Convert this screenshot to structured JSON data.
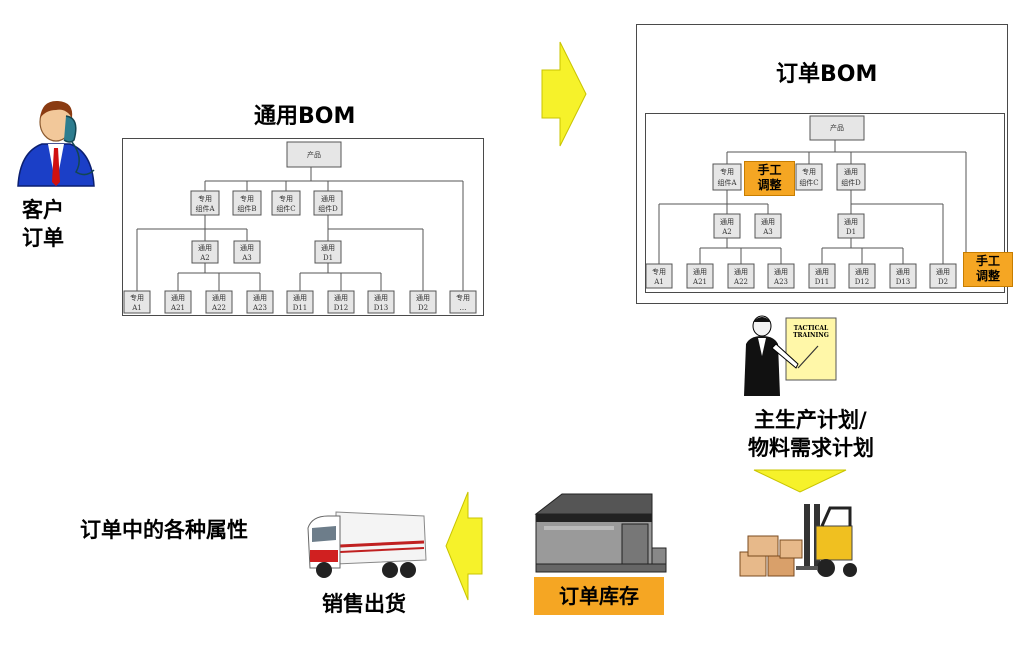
{
  "customer": {
    "label_line1": "客户",
    "label_line2": "订单"
  },
  "generic_bom": {
    "title": "通用BOM",
    "root": "产品",
    "level1": [
      {
        "top": "专用",
        "bottom": "组件A"
      },
      {
        "top": "专用",
        "bottom": "组件B"
      },
      {
        "top": "专用",
        "bottom": "组件C"
      },
      {
        "top": "通用",
        "bottom": "组件D"
      }
    ],
    "level2": [
      {
        "top": "通用",
        "bottom": "A2"
      },
      {
        "top": "通用",
        "bottom": "A3"
      },
      {
        "top": "通用",
        "bottom": "D1"
      }
    ],
    "level3": [
      {
        "top": "专用",
        "bottom": "A1"
      },
      {
        "top": "通用",
        "bottom": "A21"
      },
      {
        "top": "通用",
        "bottom": "A22"
      },
      {
        "top": "通用",
        "bottom": "A23"
      },
      {
        "top": "通用",
        "bottom": "D11"
      },
      {
        "top": "通用",
        "bottom": "D12"
      },
      {
        "top": "通用",
        "bottom": "D13"
      },
      {
        "top": "通用",
        "bottom": "D2"
      },
      {
        "top": "专用",
        "bottom": "…"
      }
    ]
  },
  "order_bom": {
    "title": "订单BOM",
    "root": "产品",
    "level1": [
      {
        "top": "专用",
        "bottom": "组件A"
      },
      {
        "top": "专用",
        "bottom": "组件C"
      },
      {
        "top": "通用",
        "bottom": "组件D"
      }
    ],
    "level2": [
      {
        "top": "通用",
        "bottom": "A2"
      },
      {
        "top": "通用",
        "bottom": "A3"
      },
      {
        "top": "通用",
        "bottom": "D1"
      }
    ],
    "level3": [
      {
        "top": "专用",
        "bottom": "A1"
      },
      {
        "top": "通用",
        "bottom": "A21"
      },
      {
        "top": "通用",
        "bottom": "A22"
      },
      {
        "top": "通用",
        "bottom": "A23"
      },
      {
        "top": "通用",
        "bottom": "D11"
      },
      {
        "top": "通用",
        "bottom": "D12"
      },
      {
        "top": "通用",
        "bottom": "D13"
      },
      {
        "top": "通用",
        "bottom": "D2"
      }
    ],
    "manual_tag_1": {
      "line1": "手工",
      "line2": "调整"
    },
    "manual_tag_2": {
      "line1": "手工",
      "line2": "调整"
    }
  },
  "planning": {
    "board_line1": "TACTICAL",
    "board_line2": "TRAINING",
    "label_line1": "主生产计划/",
    "label_line2": "物料需求计划"
  },
  "order_inventory": "订单库存",
  "sales_shipment": "销售出货",
  "order_attributes": "订单中的各种属性",
  "colors": {
    "arrow": "#f6f22a",
    "accent": "#f5a623"
  }
}
